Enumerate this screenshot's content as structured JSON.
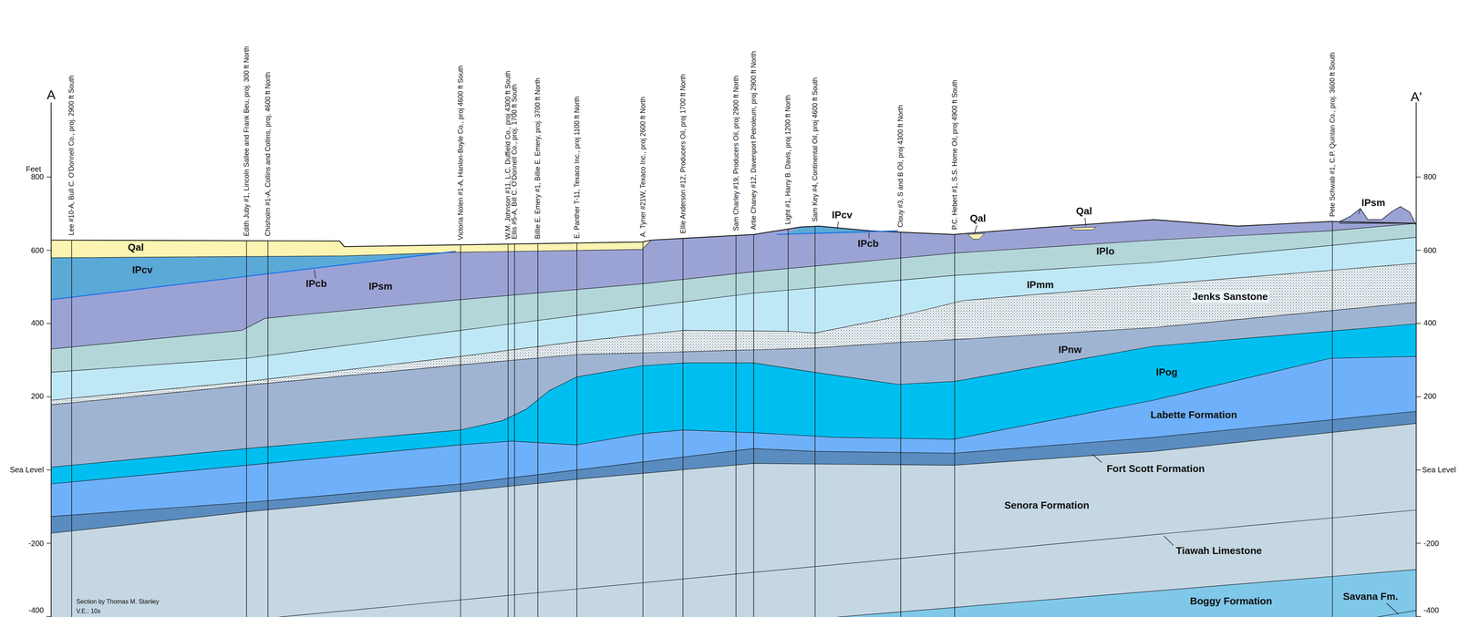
{
  "diagram": {
    "labels": [
      "A",
      "A'",
      "Feet",
      "800",
      "600",
      "400",
      "200",
      "Sea Level",
      "-200",
      "-400",
      "800",
      "600",
      "400",
      "200",
      "Sea Level",
      "-200",
      "-400",
      "Lee #10-A, Bull C. O'Donnell Co., proj. 2900 ft South",
      "Edith Juby #1, Lincoln Sallee and Frank Beu, proj. 300 ft North",
      "Chisholm #1-A, Collins and Collins, proj. 4600 ft North",
      "Victoria Nolen #1-A, Hanlon-Boyle Co., proj 4600 ft South",
      "W.M. Johnson #11, L.C. Duffield Co., proj 4300 ft South",
      "Ellis #5-A, Bill C. O'Donnell Co., proj. 1700 ft South",
      "Billie E. Emery #1, Billie E. Emery, proj. 3700 ft North",
      "E. Panther T-11, Texaco Inc., proj 1100 ft North",
      "A. Tyner #21W, Texaco Inc., proj 2600 ft North",
      "Ellie Anderson #12, Producers Oil, proj 1700 ft North",
      "Sam Charley #19, Producers Oil, proj 2900 ft North",
      "Artie Chaney #12, Davenport Petroleum, proj 2900 ft North",
      "Light #1, Harry B. Davis, proj 1200 ft North",
      "Sam Key #4, Continental Oil, proj 4600 ft South",
      "Clouy #3, S and B Oil, proj 4300 ft North",
      "P.C. Hebert #1, S.S. Home Oil, proj 4900 ft South",
      "Pete Schwab #1, C.P. Quinlan Co., proj. 3600 ft South",
      "Qal",
      "IPcv",
      "IPcb",
      "IPsm",
      "IPcv",
      "IPcb",
      "Qal",
      "Qal",
      "IPsm",
      "IPlo",
      "IPmm",
      "Jenks Sanstone",
      "IPnw",
      "IPog",
      "Labette Formation",
      "Fort Scott Formation",
      "Senora Formation",
      "Tiawah Limestone",
      "Boggy Formation",
      "Savana Fm.",
      "Section by Thomas M. Stanley",
      "V.E.: 10x"
    ]
  }
}
